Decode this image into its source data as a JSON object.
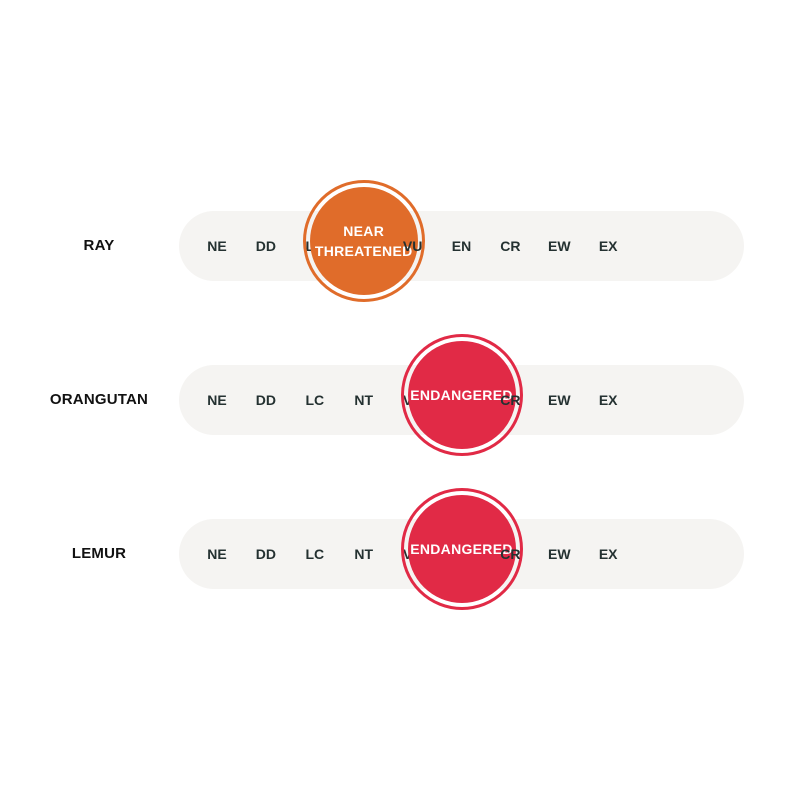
{
  "statuses": [
    "NE",
    "DD",
    "LC",
    "NT",
    "VU",
    "EN",
    "CR",
    "EW",
    "EX"
  ],
  "rows": [
    {
      "species": "RAY",
      "highlight_index": 3,
      "badge_lines": [
        "NEAR",
        "THREATENED"
      ],
      "color": "#e06c2a"
    },
    {
      "species": "ORANGUTAN",
      "highlight_index": 5,
      "badge_lines": [
        "ENDANGERED"
      ],
      "color": "#e12a46"
    },
    {
      "species": "LEMUR",
      "highlight_index": 5,
      "badge_lines": [
        "ENDANGERED"
      ],
      "color": "#e12a46"
    }
  ]
}
